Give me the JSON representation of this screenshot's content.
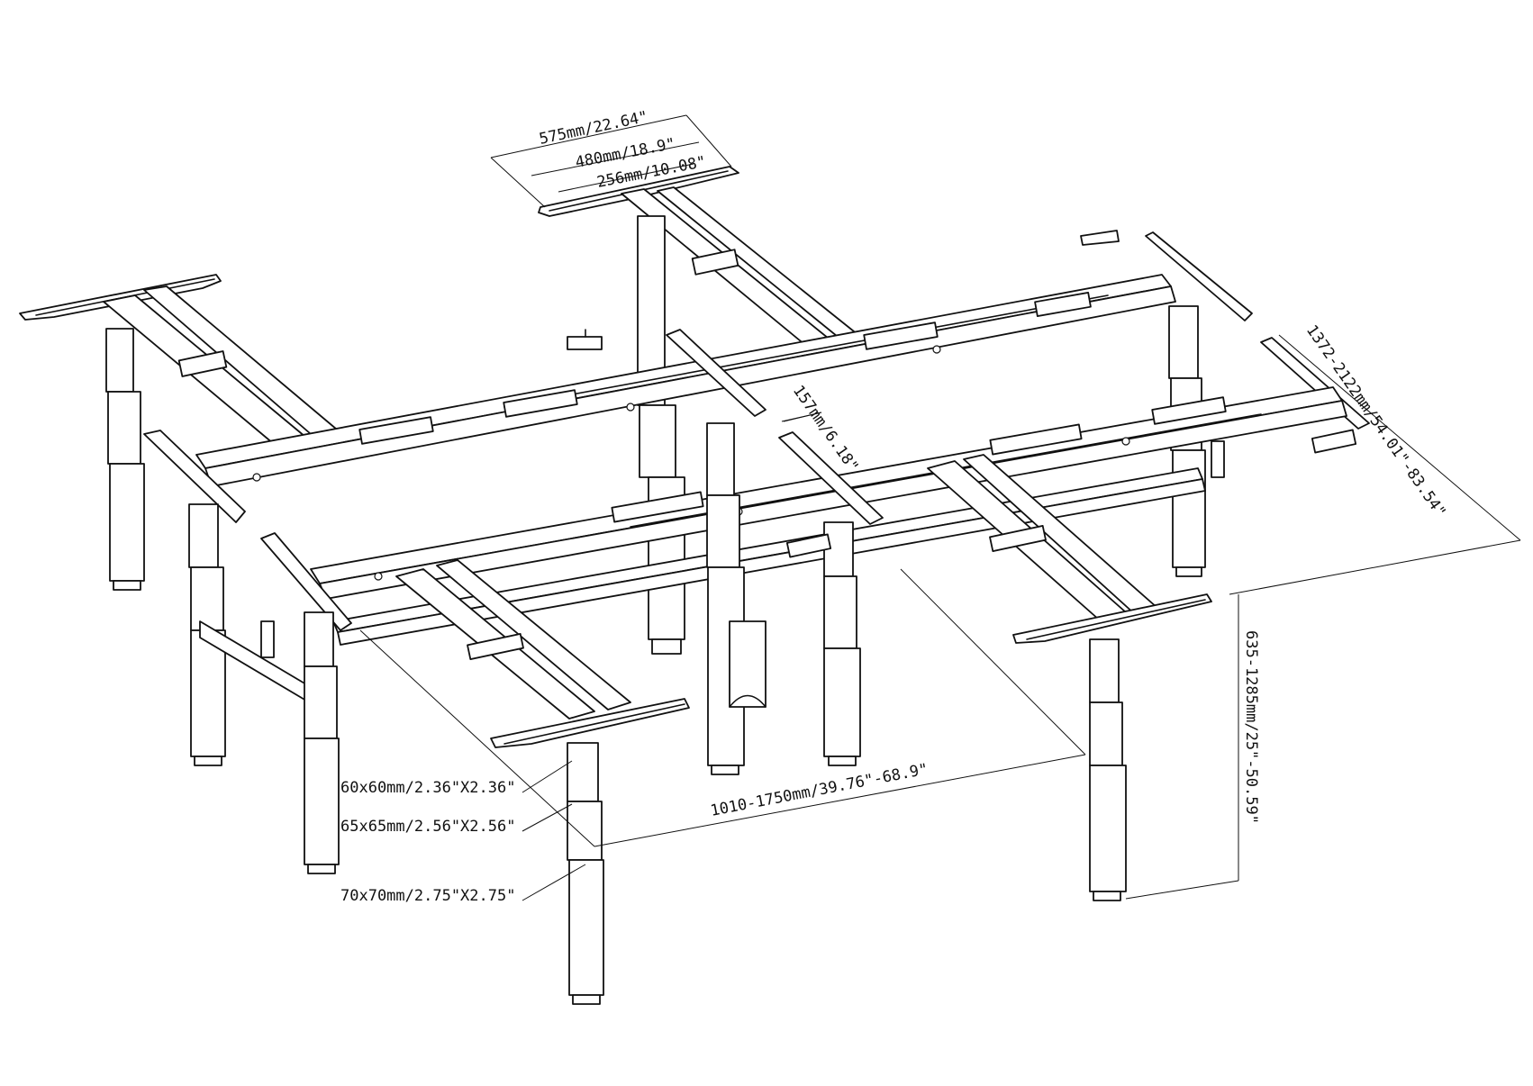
{
  "colors": {
    "line": "#111111",
    "background": "#ffffff"
  },
  "dimensions": {
    "top_bracket_outer": "575mm/22.64\"",
    "top_bracket_mid": "480mm/18.9\"",
    "top_bracket_inner": "256mm/10.08\"",
    "bracket_offset": "157mm/6.18\"",
    "frame_length": "1372-2122mm/54.01\"-83.54\"",
    "height_range": "635-1285mm/25\"-50.59\"",
    "width_range": "1010-1750mm/39.76\"-68.9\"",
    "leg_stage_1": "60x60mm/2.36\"X2.36\"",
    "leg_stage_2": "65x65mm/2.56\"X2.56\"",
    "leg_stage_3": "70x70mm/2.75\"X2.75\""
  }
}
